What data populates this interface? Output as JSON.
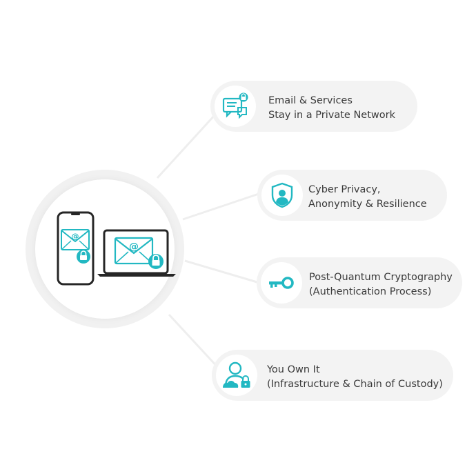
{
  "accent_color": "#22b8c2",
  "hub": {
    "devices": [
      {
        "name": "smartphone",
        "screen_glyph": "@",
        "icon": "envelope-lock-icon"
      },
      {
        "name": "laptop",
        "screen_glyph": "@",
        "icon": "envelope-lock-icon"
      }
    ]
  },
  "features": [
    {
      "icon": "chat-lock-icon",
      "line1": "Email & Services",
      "line2": "Stay in a Private Network"
    },
    {
      "icon": "shield-user-icon",
      "line1": "Cyber Privacy,",
      "line2": "Anonymity & Resilience"
    },
    {
      "icon": "key-icon",
      "line1": "Post-Quantum Cryptography",
      "line2": "(Authentication Process)"
    },
    {
      "icon": "user-cloud-lock-icon",
      "line1": "You Own It",
      "line2": "(Infrastructure & Chain of Custody)"
    }
  ]
}
